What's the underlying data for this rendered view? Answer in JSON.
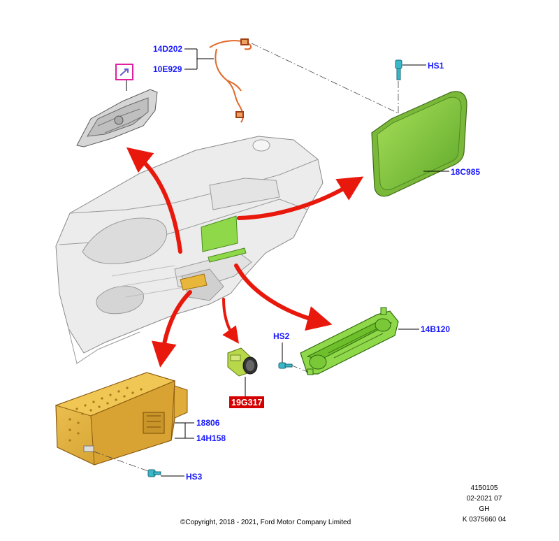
{
  "labels": {
    "p14D202": "14D202",
    "p10E929": "10E929",
    "hs1": "HS1",
    "p18C985": "18C985",
    "p14B120": "14B120",
    "hs2": "HS2",
    "p19G317": "19G317",
    "p18806": "18806",
    "p14H158": "14H158",
    "hs3": "HS3"
  },
  "footer": {
    "copyright": "©Copyright, 2018 - 2021, Ford Motor Company Limited",
    "ref1": "4150105",
    "ref2": "02-2021 07",
    "ref3": "GH",
    "ref4": "K 0375660 04"
  },
  "colors": {
    "label_blue": "#1a1aff",
    "arrow_red": "#e8180c",
    "highlight_green": "#7fd43a",
    "module_yellow": "#e8b63a",
    "label_red_bg": "#d40000",
    "fastener_cyan": "#3bb8c8",
    "marker_magenta": "#e020a0"
  }
}
